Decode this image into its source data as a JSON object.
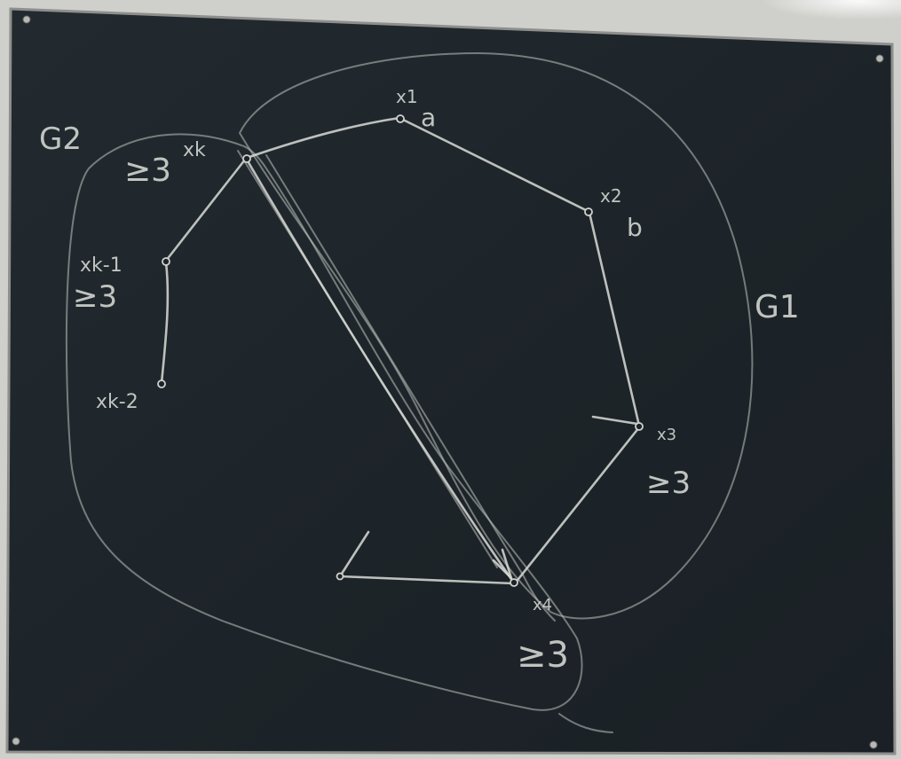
{
  "board": {
    "frame_color": "#c9c9c6",
    "surface_color": "#1f262c",
    "chalk_color": "#d9dcd6"
  },
  "labels": {
    "g1": "G1",
    "g2": "G2",
    "x1": "x1",
    "x2": "x2",
    "x3": "x3",
    "x4": "x4",
    "xk": "xk",
    "xk_minus_1": "xk-1",
    "xk_minus_2": "xk-2",
    "a": "a",
    "b": "b",
    "ge3_xk": "≥3",
    "ge3_xk_minus_1": "≥3",
    "ge3_x3": "≥3",
    "ge3_x4": "≥3"
  }
}
